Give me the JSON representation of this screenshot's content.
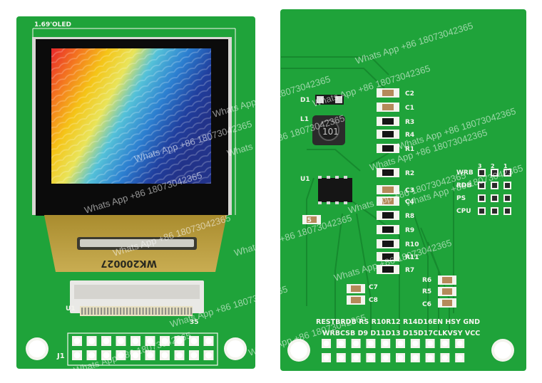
{
  "front_board": {
    "model_label": "1.69'OLED",
    "flex_code": "WK200027",
    "connector_label": "U1",
    "connector_pin_end": "35",
    "header_label": "J1"
  },
  "back_board": {
    "component_labels": [
      "D1",
      "L1",
      "U1",
      "C5",
      "C7",
      "C8"
    ],
    "chip_marking": "101",
    "right_column_labels": [
      "C2",
      "C1",
      "R3",
      "R4",
      "R1",
      "R2",
      "C3",
      "C4",
      "R8",
      "R9",
      "R10",
      "R11",
      "R7"
    ],
    "lower_labels": [
      "R6",
      "R5",
      "C6"
    ],
    "jumper_labels": [
      "WRB",
      "RDB",
      "PS",
      "CPU"
    ],
    "jumper_numbers": [
      "3",
      "2",
      "1"
    ],
    "pin_row_top": "RESTBRDB RS R10R12 R14D16EN HSY GND",
    "pin_row_bottom": "WRBCSB D9 D11D13 D15D17CLKVSY VCC"
  },
  "watermark": "Whats App +86 18073042365",
  "colors": {
    "pcb_green": "#1fa33a",
    "pcb_dark": "#168a2e",
    "silkscreen": "#f4f4ee",
    "flex_amber": "#b69a3c"
  }
}
